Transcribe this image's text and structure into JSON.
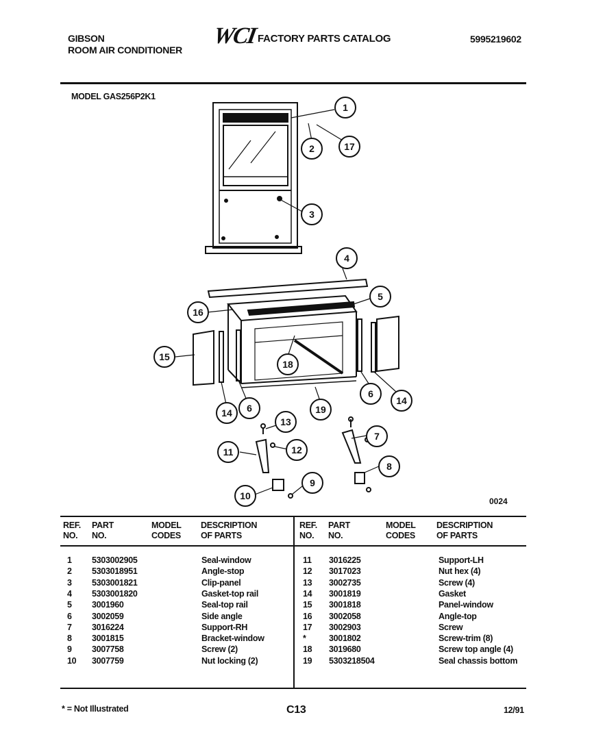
{
  "header": {
    "brand": "GIBSON",
    "product": "ROOM AIR CONDITIONER",
    "logo": "WCI",
    "catalog_title": "FACTORY PARTS CATALOG",
    "catalog_number": "5995219602",
    "model_label": "MODEL GAS256P2K1"
  },
  "diagram": {
    "image_code": "0024",
    "callouts": [
      "1",
      "2",
      "3",
      "4",
      "5",
      "6",
      "6",
      "7",
      "8",
      "9",
      "10",
      "11",
      "12",
      "13",
      "14",
      "14",
      "15",
      "16",
      "17",
      "18",
      "19"
    ]
  },
  "table": {
    "columns": {
      "ref": [
        "REF.",
        "NO."
      ],
      "part": [
        "PART",
        "NO."
      ],
      "model": [
        "MODEL",
        "CODES"
      ],
      "desc": [
        "DESCRIPTION",
        "OF PARTS"
      ]
    },
    "left_rows": [
      {
        "ref": "1",
        "part": "5303002905",
        "desc": "Seal-window"
      },
      {
        "ref": "2",
        "part": "5303018951",
        "desc": "Angle-stop"
      },
      {
        "ref": "3",
        "part": "5303001821",
        "desc": "Clip-panel"
      },
      {
        "ref": "4",
        "part": "5303001820",
        "desc": "Gasket-top rail"
      },
      {
        "ref": "5",
        "part": "3001960",
        "desc": "Seal-top rail"
      },
      {
        "ref": "6",
        "part": "3002059",
        "desc": "Side angle"
      },
      {
        "ref": "7",
        "part": "3016224",
        "desc": "Support-RH"
      },
      {
        "ref": "8",
        "part": "3001815",
        "desc": "Bracket-window"
      },
      {
        "ref": "9",
        "part": "3007758",
        "desc": "Screw (2)"
      },
      {
        "ref": "10",
        "part": "3007759",
        "desc": "Nut locking (2)"
      }
    ],
    "right_rows": [
      {
        "ref": "11",
        "part": "3016225",
        "desc": "Support-LH"
      },
      {
        "ref": "12",
        "part": "3017023",
        "desc": "Nut hex (4)"
      },
      {
        "ref": "13",
        "part": "3002735",
        "desc": "Screw (4)"
      },
      {
        "ref": "14",
        "part": "3001819",
        "desc": "Gasket"
      },
      {
        "ref": "15",
        "part": "3001818",
        "desc": "Panel-window"
      },
      {
        "ref": "16",
        "part": "3002058",
        "desc": "Angle-top"
      },
      {
        "ref": "17",
        "part": "3002903",
        "desc": "Screw"
      },
      {
        "ref": "*",
        "part": "3001802",
        "desc": "Screw-trim (8)"
      },
      {
        "ref": "18",
        "part": "3019680",
        "desc": "Screw top angle (4)"
      },
      {
        "ref": "19",
        "part": "5303218504",
        "desc": "Seal chassis bottom"
      }
    ]
  },
  "footer": {
    "note": "* = Not Illustrated",
    "page": "C13",
    "date": "12/91"
  }
}
